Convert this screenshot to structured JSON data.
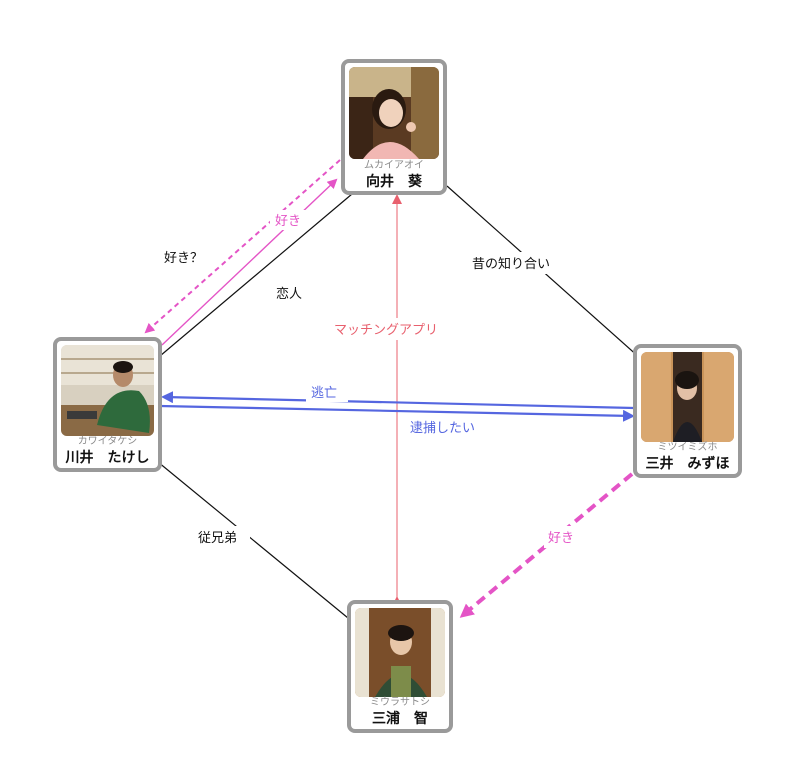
{
  "nodes": {
    "mukai": {
      "kana": "ムカイアオイ",
      "name": "向井　葵"
    },
    "kawai": {
      "kana": "カワイタケシ",
      "name": "川井　たけし"
    },
    "mitsui": {
      "kana": "ミツイミズホ",
      "name": "三井　みずほ"
    },
    "miura": {
      "kana": "ミウラサトシ",
      "name": "三浦　智"
    }
  },
  "edges": {
    "suki_q": "好き？",
    "suki_pink": "好き",
    "koibito": "恋人",
    "mukashi": "昔の知り合い",
    "matching": "マッチングアプリ",
    "toubou": "逃亡",
    "taiho": "逮捕したい",
    "itoko": "従兄弟",
    "suki_mizuho": "好き"
  },
  "colors": {
    "pink": "#e454c6",
    "salmon": "#e8606e",
    "blue": "#5566e0",
    "black": "#111111",
    "frame": "#9a9a9a"
  }
}
